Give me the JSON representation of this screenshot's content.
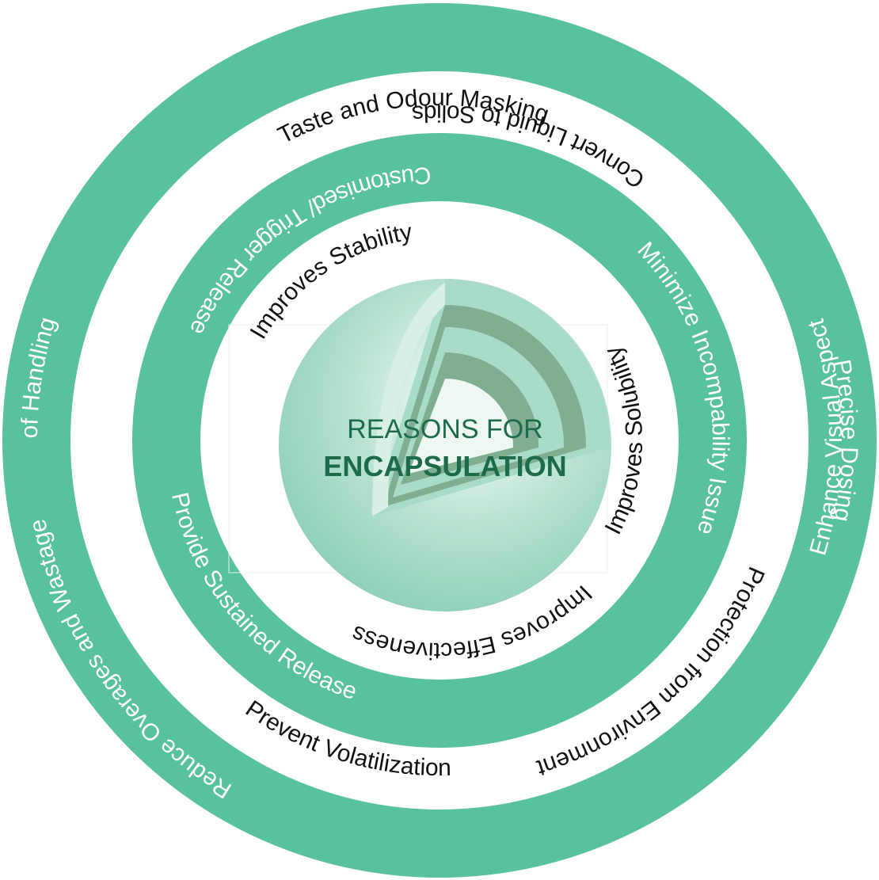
{
  "center": {
    "line1": "REASONS FOR",
    "line2": "ENCAPSULATION"
  },
  "colors": {
    "ring_green": "#57c1a0",
    "white": "#ffffff",
    "core_light": "#a9dcc8",
    "core_dark": "#7fae92",
    "title": "#1e6b4a"
  },
  "labels": {
    "precise_dosing": "Precise Dosing",
    "protection_from_environment": "Protection from Environment",
    "taste_and_odour_masking": "Taste and Odour Masking",
    "reduce_overages_and_wastage": "Reduce Overages and Wastage",
    "ease_of_handling": "Ease of Handling",
    "prevent_volatilization": "Prevent Volatilization",
    "convert_liquid_to_solids": "Convert Liquid to Solids",
    "enhance_visual_aspect": "Enhance Visual Aspect",
    "minimize_incompability_issue": "Minimize Incompability Issue",
    "provide_sustained_release": "Provide Sustained Release",
    "customised_trigger_release": "Customised/ Trigger Release",
    "improves_effectiveness": "Improves Effectiveness",
    "improves_stability": "Improves Stability",
    "improves_solubility": "Improves Solubility"
  }
}
